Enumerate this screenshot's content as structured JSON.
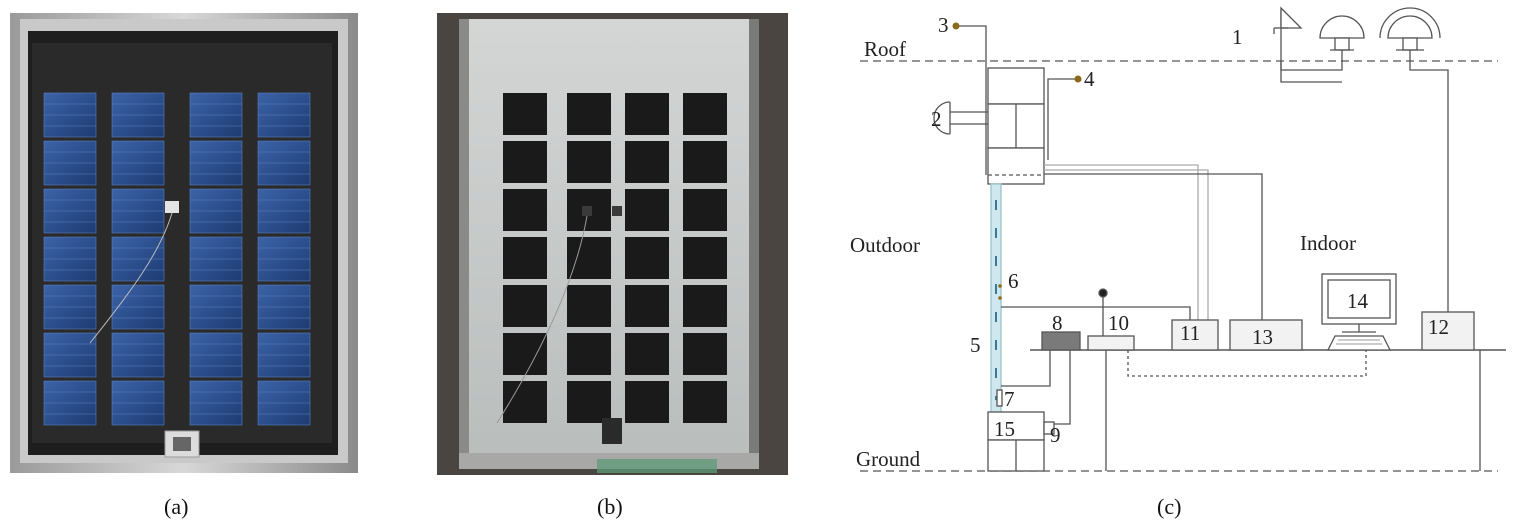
{
  "captions": {
    "a": "(a)",
    "b": "(b)",
    "c": "(c)"
  },
  "panel_c": {
    "labels": {
      "roof": "Roof",
      "ground": "Ground",
      "outdoor": "Outdoor",
      "indoor": "Indoor"
    },
    "numbers": {
      "n1": "1",
      "n2": "2",
      "n3": "3",
      "n4": "4",
      "n5": "5",
      "n6": "6",
      "n7": "7",
      "n8": "8",
      "n9": "9",
      "n10": "10",
      "n11": "11",
      "n12": "12",
      "n13": "13",
      "n14": "14",
      "n15": "15"
    }
  },
  "colors": {
    "panel_frame": "#3a3a3a",
    "solar_cell": "#2a4d8a",
    "glass_strip": "#cfe7ee",
    "diagram_line": "#555555",
    "device_fill": "#f2f2f2",
    "dark_device": "#777777",
    "sensor_dot": "#8b6a1a"
  },
  "grid": {
    "a_columns": 4,
    "a_rows": 7,
    "b_columns": 4,
    "b_rows": 7
  }
}
